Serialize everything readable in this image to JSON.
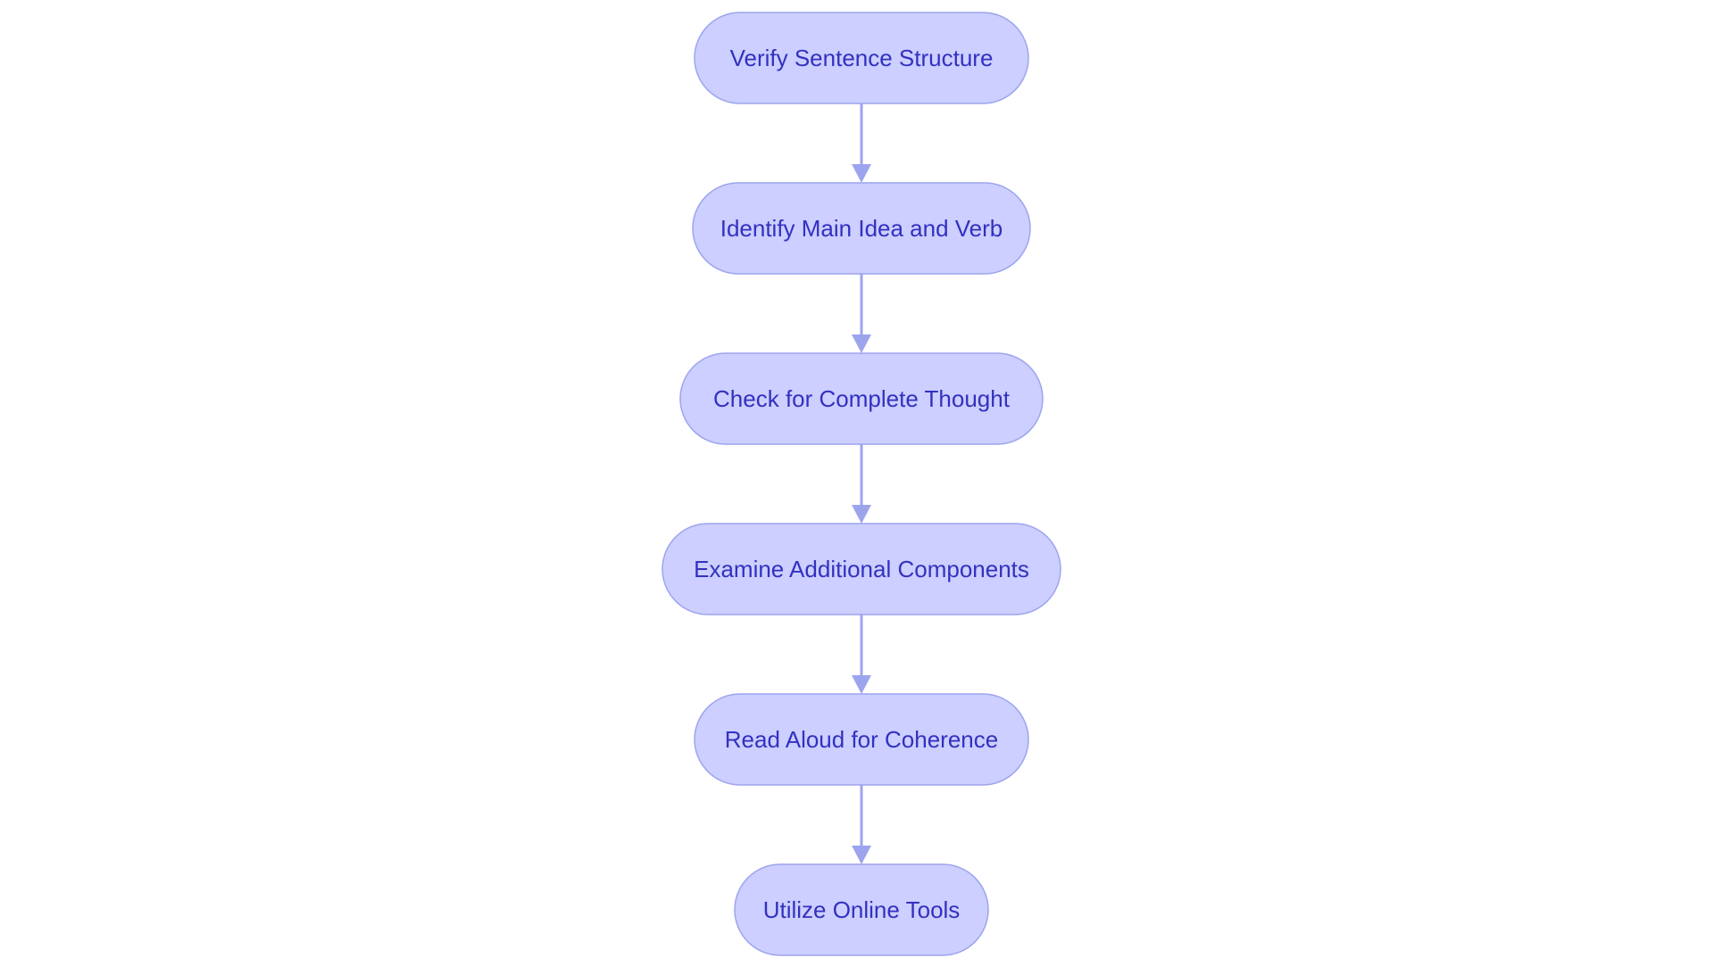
{
  "diagram": {
    "type": "flowchart",
    "direction": "top-to-bottom",
    "colors": {
      "node_fill": "#cccfff",
      "node_stroke": "#9da4ee",
      "label_text": "#3231c0",
      "edge": "#9da4ee"
    },
    "nodes": [
      {
        "id": "n1",
        "label": "Verify Sentence Structure"
      },
      {
        "id": "n2",
        "label": "Identify Main Idea and Verb"
      },
      {
        "id": "n3",
        "label": "Check for Complete Thought"
      },
      {
        "id": "n4",
        "label": "Examine Additional Components"
      },
      {
        "id": "n5",
        "label": "Read Aloud for Coherence"
      },
      {
        "id": "n6",
        "label": "Utilize Online Tools"
      }
    ],
    "edges": [
      {
        "from": "n1",
        "to": "n2"
      },
      {
        "from": "n2",
        "to": "n3"
      },
      {
        "from": "n3",
        "to": "n4"
      },
      {
        "from": "n4",
        "to": "n5"
      },
      {
        "from": "n5",
        "to": "n6"
      }
    ]
  }
}
